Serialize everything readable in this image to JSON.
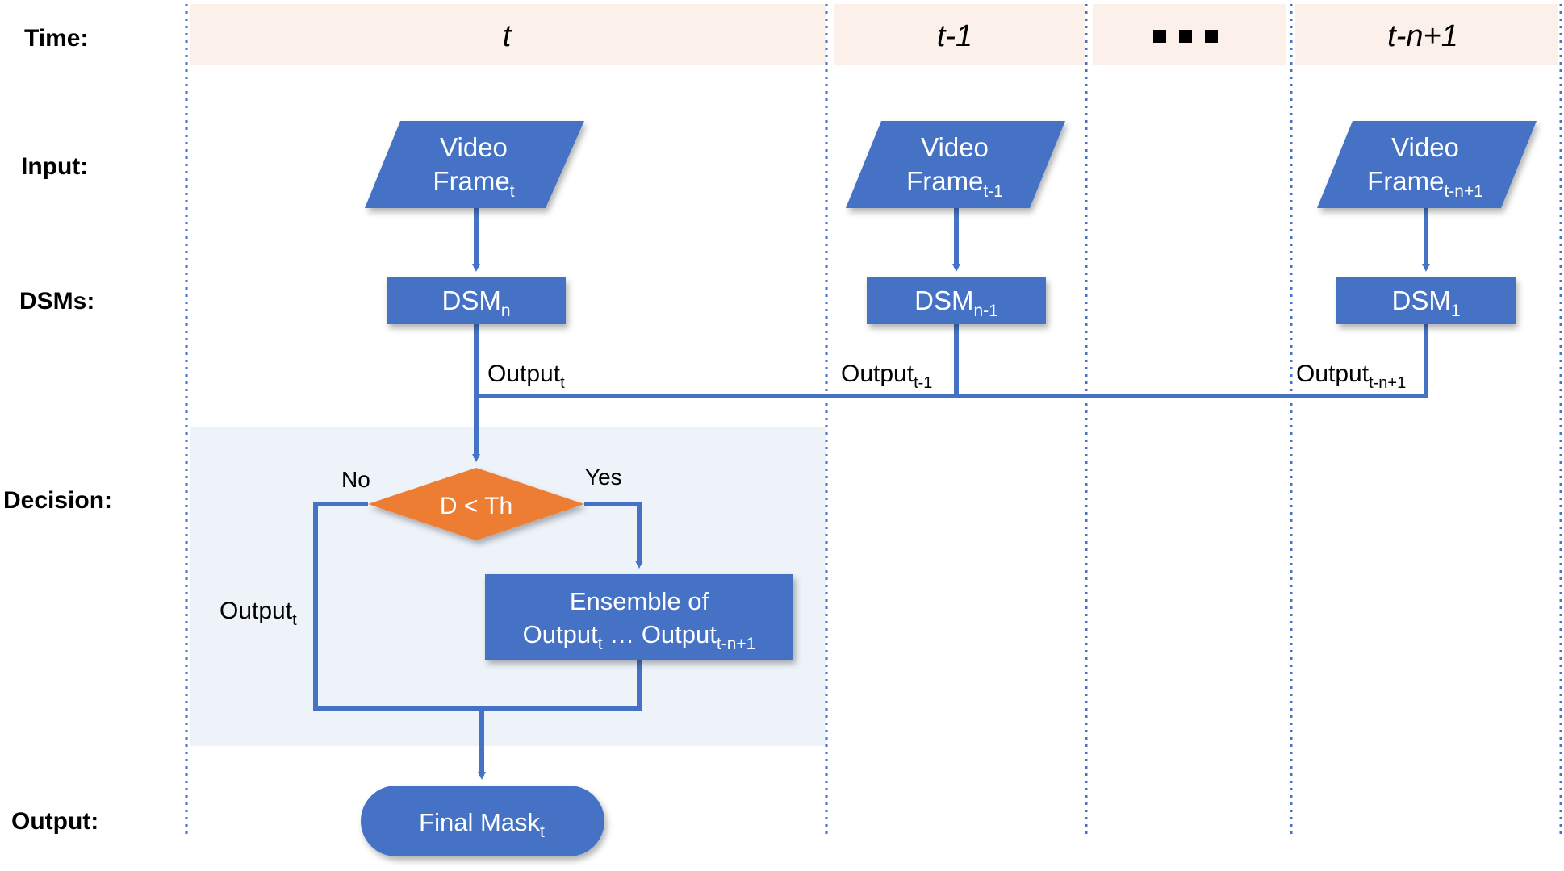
{
  "colors": {
    "node_blue": "#4472c4",
    "decision_orange": "#ed7d31",
    "time_band": "#fbf1ea",
    "decision_band": "#eef3fa",
    "connector": "#4472c4"
  },
  "rows": {
    "time": "Time:",
    "input": "Input:",
    "dsms": "DSMs:",
    "decision": "Decision:",
    "output": "Output:"
  },
  "time_steps": {
    "t": "t",
    "t_minus_1": "t-1",
    "ellipsis": "▪▪▪",
    "t_minus_n_plus_1": "t-n+1"
  },
  "inputs": [
    {
      "line1": "Video",
      "base": "Frame",
      "sub": "t"
    },
    {
      "line1": "Video",
      "base": "Frame",
      "sub": "t-1"
    },
    {
      "line1": "Video",
      "base": "Frame",
      "sub": "t-n+1"
    }
  ],
  "dsms": [
    {
      "base": "DSM",
      "sub": "n"
    },
    {
      "base": "DSM",
      "sub": "n-1"
    },
    {
      "base": "DSM",
      "sub": "1"
    }
  ],
  "outputs": [
    {
      "base": "Output",
      "sub": "t"
    },
    {
      "base": "Output",
      "sub": "t-1"
    },
    {
      "base": "Output",
      "sub": "t-n+1"
    }
  ],
  "decision": {
    "condition": "D < Th",
    "no": "No",
    "yes": "Yes",
    "no_output_base": "Output",
    "no_output_sub": "t"
  },
  "ensemble": {
    "line1": "Ensemble of",
    "a_base": "Output",
    "a_sub": "t",
    "mid": " … ",
    "b_base": "Output",
    "b_sub": "t-n+1"
  },
  "final": {
    "base": "Final Mask",
    "sub": "t"
  }
}
